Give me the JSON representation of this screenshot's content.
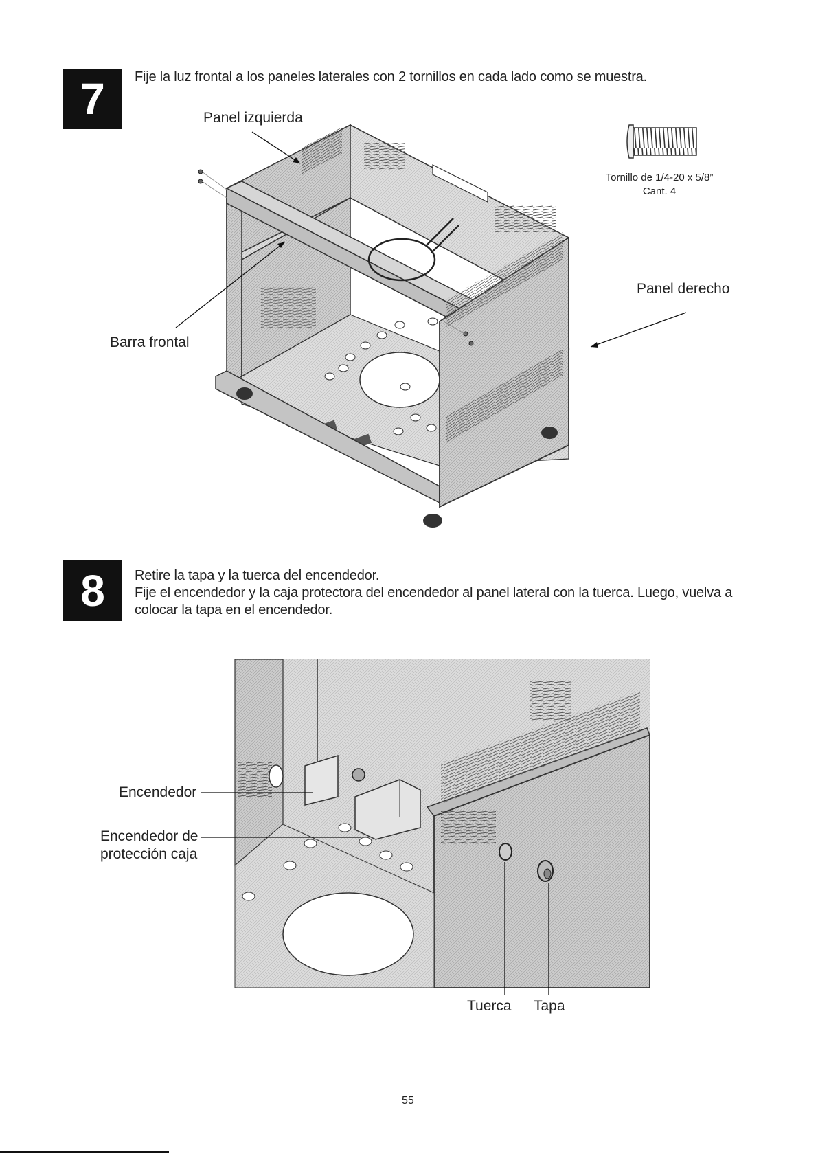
{
  "step7": {
    "number": "7",
    "instruction": "Fije la luz frontal a los paneles laterales con 2 tornillos en cada lado como se muestra.",
    "labels": {
      "panel_izquierda": "Panel izquierda",
      "barra_frontal": "Barra frontal",
      "panel_derecho": "Panel derecho",
      "screw_spec": "Tornillo de 1/4-20 x 5/8”",
      "screw_qty": "Cant. 4"
    }
  },
  "step8": {
    "number": "8",
    "instruction_line1": "Retire la tapa y la tuerca del encendedor.",
    "instruction_line2": "Fije el encendedor y la caja protectora del encendedor al panel lateral con la tuerca. Luego, vuelva a",
    "instruction_line3": "colocar la tapa en el encendedor.",
    "labels": {
      "encendedor": "Encendedor",
      "encendedor_de": "Encendedor de",
      "proteccion_caja": "protección caja",
      "tuerca": "Tuerca",
      "tapa": "Tapa"
    }
  },
  "page_number": "55"
}
